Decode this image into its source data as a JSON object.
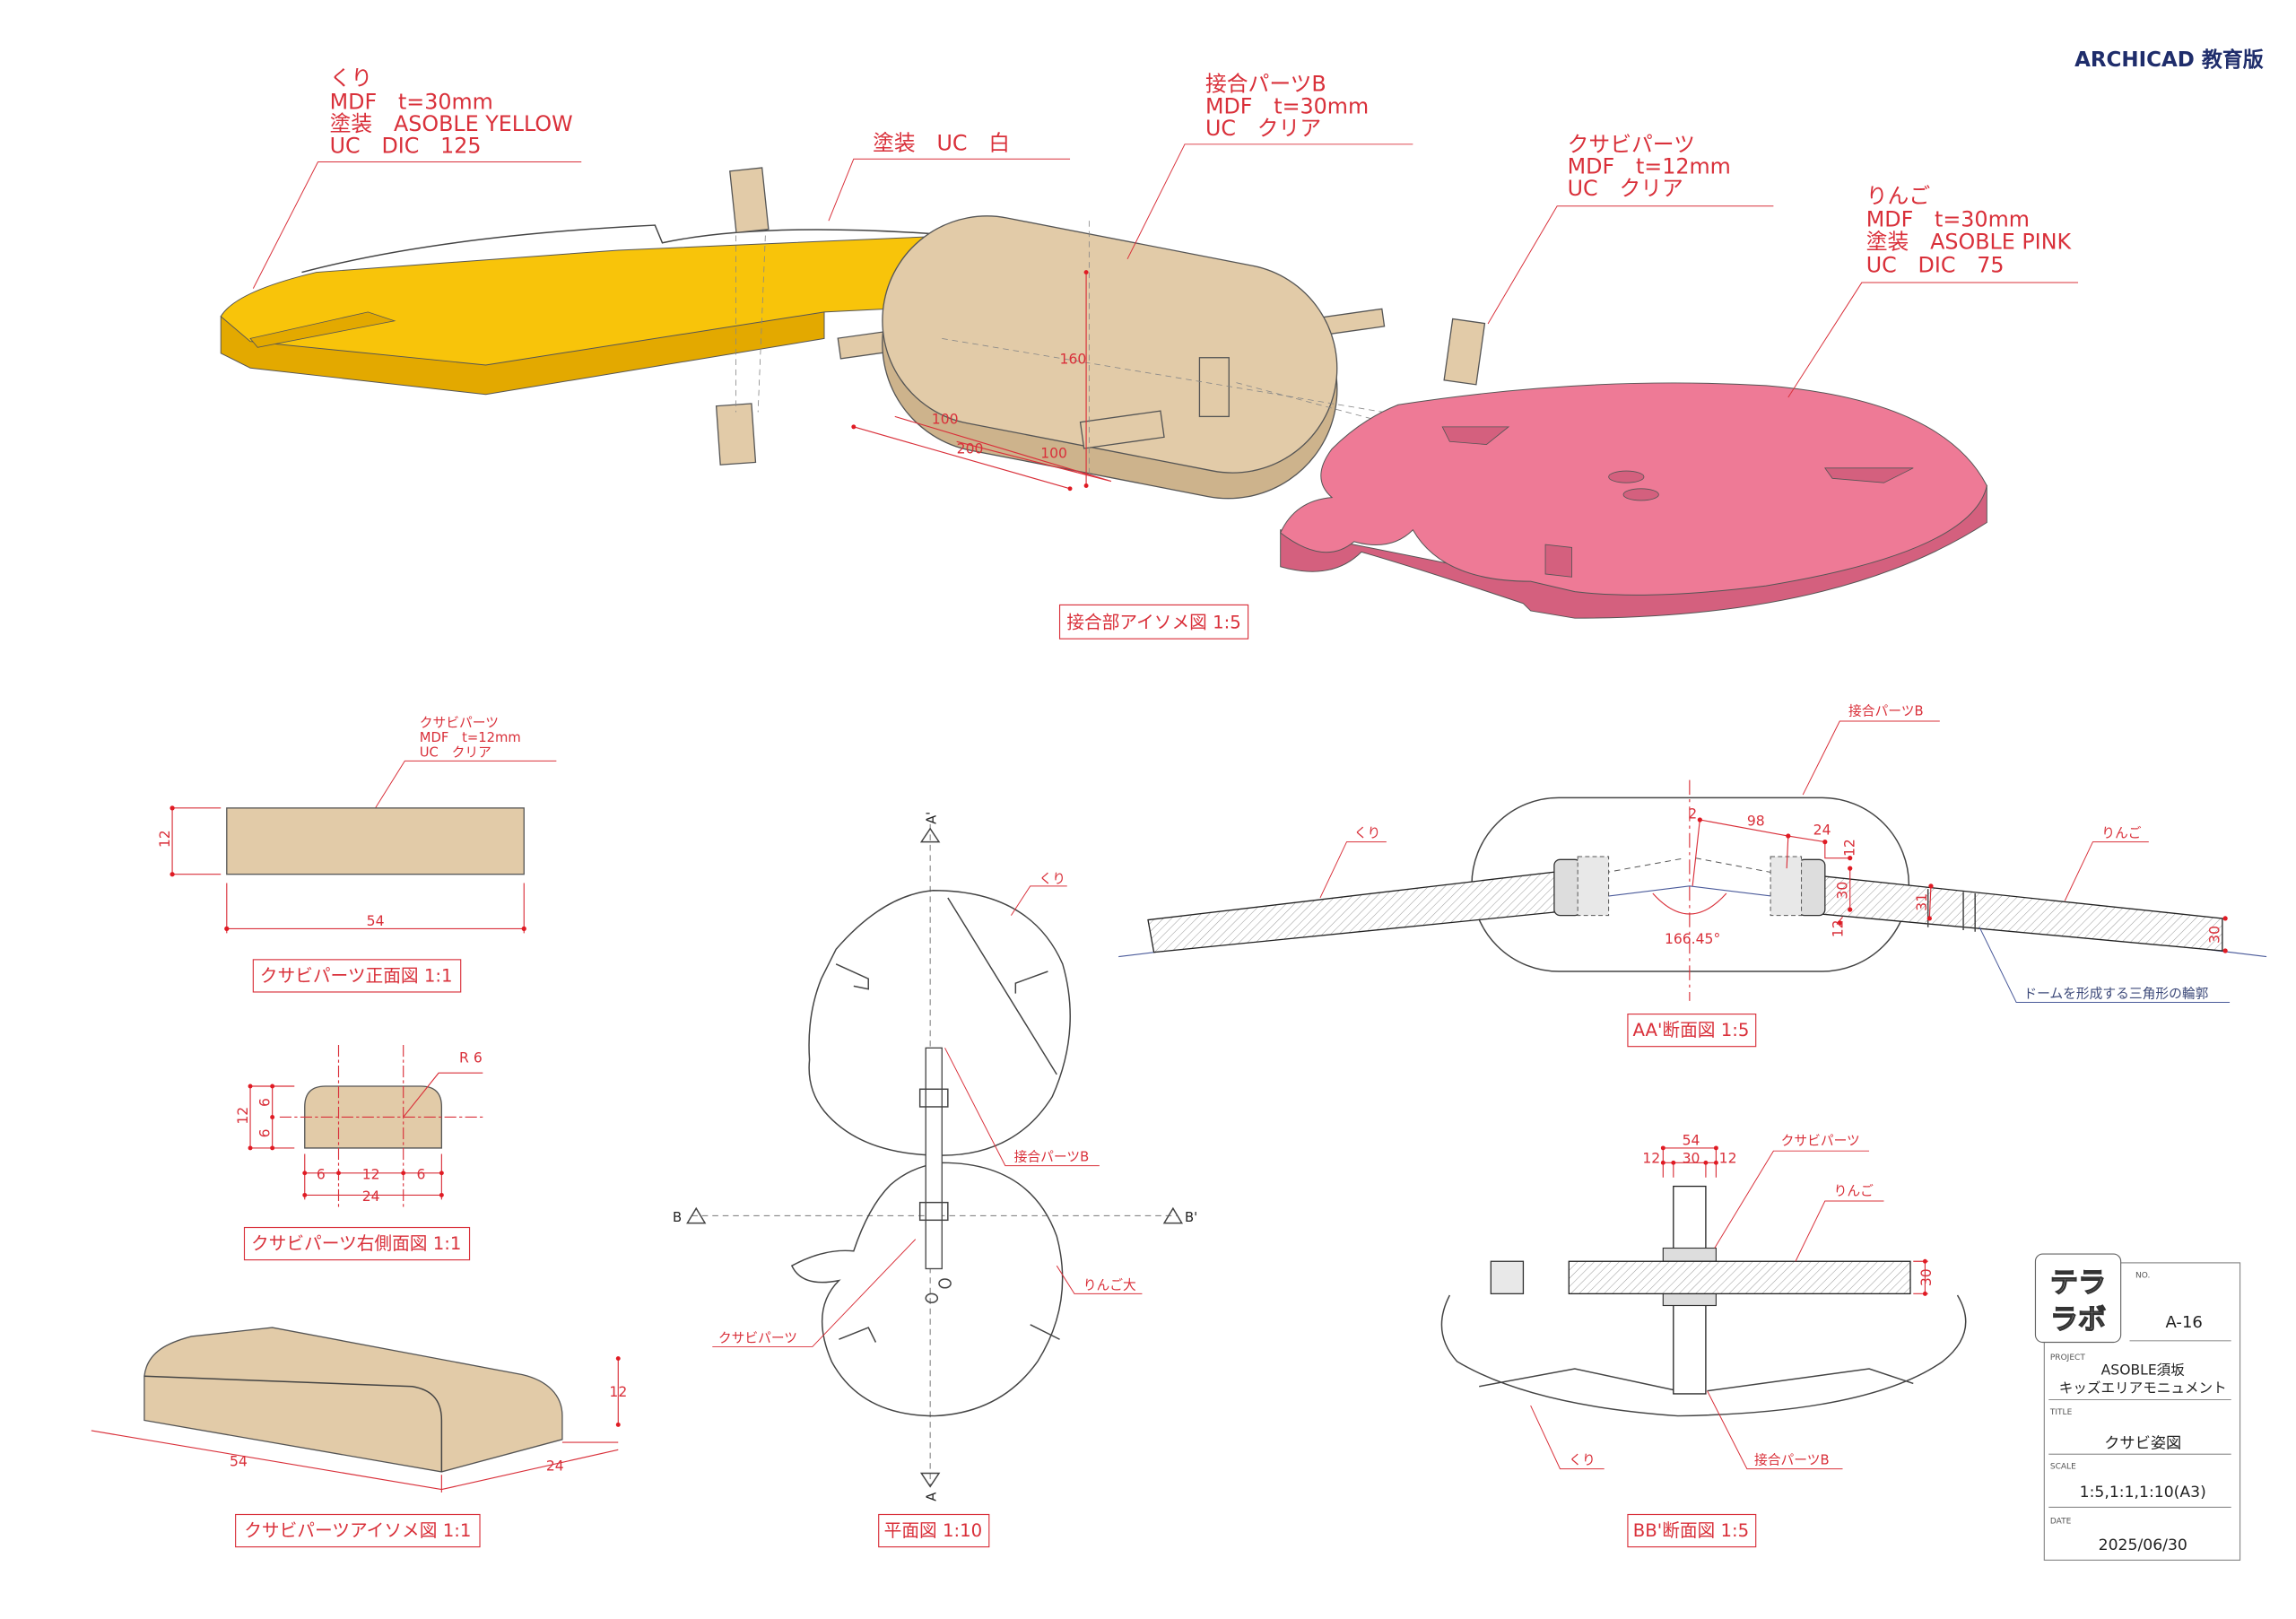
{
  "watermark": "ARCHICAD 教育版",
  "colors": {
    "annotation": "#d9303a",
    "yellow": "#f8c40a",
    "pink": "#ee7a96",
    "beige": "#e2cba8",
    "watermark": "#1f2d6b"
  },
  "iso_view": {
    "callouts": {
      "kuri": [
        "くり",
        "MDF　t=30mm",
        "塗装　ASOBLE YELLOW",
        "UC　DIC　125"
      ],
      "paint_white": [
        "塗装　UC　白"
      ],
      "joint_b": [
        "接合パーツB",
        "MDF　t=30mm",
        "UC　クリア"
      ],
      "kusabi": [
        "クサビパーツ",
        "MDF　t=12mm",
        "UC　クリア"
      ],
      "ringo": [
        "りんご",
        "MDF　t=30mm",
        "塗装　ASOBLE PINK",
        "UC　DIC　75"
      ]
    },
    "dims": [
      "160",
      "100",
      "200",
      "100"
    ],
    "title": "接合部アイソメ図 1:5"
  },
  "front_view": {
    "callout": [
      "クサビパーツ",
      "MDF　t=12mm",
      "UC　クリア"
    ],
    "dims": [
      "12",
      "54"
    ],
    "title": "クサビパーツ正面図 1:1"
  },
  "side_view": {
    "radius": "R 6",
    "dims": [
      "12",
      "6",
      "6",
      "6",
      "12",
      "6",
      "24"
    ],
    "title": "クサビパーツ右側面図 1:1"
  },
  "iso_part": {
    "dims": [
      "54",
      "24",
      "12"
    ],
    "title": "クサビパーツアイソメ図 1:1"
  },
  "plan_view": {
    "section_marks": [
      "A'",
      "A",
      "B",
      "B'"
    ],
    "labels": [
      "くり",
      "接合パーツB",
      "りんご大",
      "クサビパーツ"
    ],
    "title": "平面図 1:10"
  },
  "aa_section": {
    "labels": {
      "joint_b": "接合パーツB",
      "kuri": "くり",
      "ringo": "りんご",
      "dome": "ドームを形成する三角形の輪郭"
    },
    "dims": {
      "d2": "2",
      "d98": "98",
      "d24": "24",
      "d12a": "12",
      "d30": "30",
      "d12b": "12",
      "d31": "31",
      "d30r": "30",
      "angle": "166.45°"
    },
    "title": "AA'断面図 1:5"
  },
  "bb_section": {
    "dims": [
      "54",
      "12",
      "30",
      "12",
      "30"
    ],
    "labels": [
      "クサビパーツ",
      "りんご",
      "くり",
      "接合パーツB"
    ],
    "title": "BB'断面図 1:5"
  },
  "title_block": {
    "logo_text": [
      "テラ",
      "ラボ"
    ],
    "no_label": "NO.",
    "no": "A-16",
    "project_label": "PROJECT",
    "project": [
      "ASOBLE須坂",
      "キッズエリアモニュメント"
    ],
    "title_label": "TITLE",
    "title": "クサビ姿図",
    "scale_label": "SCALE",
    "scale": "1:5,1:1,1:10(A3)",
    "date_label": "DATE",
    "date": "2025/06/30"
  }
}
